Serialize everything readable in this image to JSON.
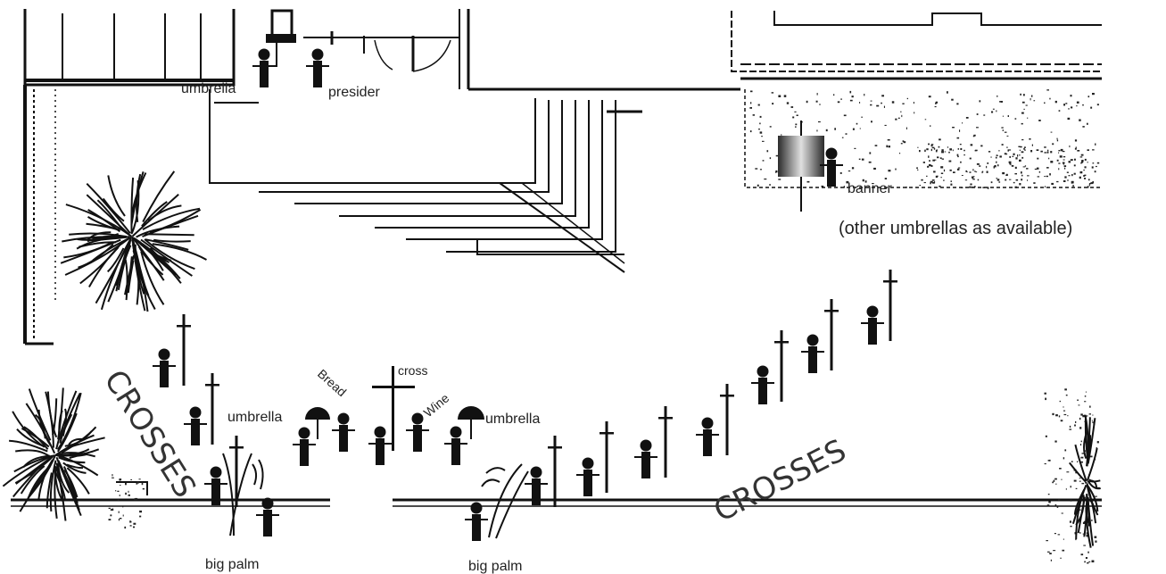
{
  "labels": {
    "umbrella_top": "umbrella",
    "presider": "presider",
    "banner": "banner",
    "note": "(other umbrellas as available)",
    "crosses_left": "CROSSES",
    "crosses_right": "CROSSES",
    "umbrella_left": "umbrella",
    "umbrella_right": "umbrella",
    "bread": "Bread",
    "cross": "cross",
    "wine": "Wine",
    "big_palm_left": "big palm",
    "big_palm_right": "big palm"
  },
  "colors": {
    "ink": "#111111",
    "label": "#222222",
    "banner_gradient": [
      "#2a2a2a",
      "#d8d8d8",
      "#2a2a2a"
    ]
  },
  "icons": [
    "person-icon",
    "cross-icon",
    "umbrella-icon",
    "palm-icon",
    "shrub-icon",
    "banner-icon"
  ]
}
